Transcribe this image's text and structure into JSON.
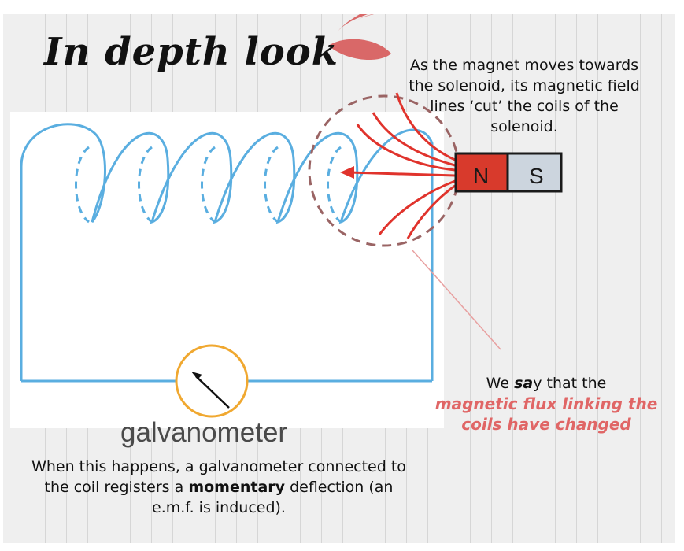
{
  "title": "In depth look",
  "diagram": {
    "galvanometer_label": "galvanometer",
    "magnet": {
      "north_label": "N",
      "south_label": "S"
    }
  },
  "notes": {
    "cut_lines": "As the magnet moves towards the solenoid, its magnetic field lines ‘cut’ the coils of the solenoid.",
    "flux": {
      "pre_bold": "sa",
      "pre_rest": "y that the",
      "pre_start": "We ",
      "emphasis": "magnetic flux linking the coils have changed"
    },
    "galvanometer": {
      "before": "When this happens, a galvanometer connected to the coil registers a ",
      "bold": "momentary",
      "after": " deflection (an e.m.f. is induced)."
    }
  },
  "colors": {
    "coil": "#5aaee0",
    "field_lines": "#e0332c",
    "north_pole": "#d83a2c",
    "south_pole": "#ccd5de",
    "galvanometer_ring": "#f0a830",
    "dashed_circle": "#9a6464",
    "emphasis_text": "#e06666",
    "decor_blob": "#d96868"
  }
}
